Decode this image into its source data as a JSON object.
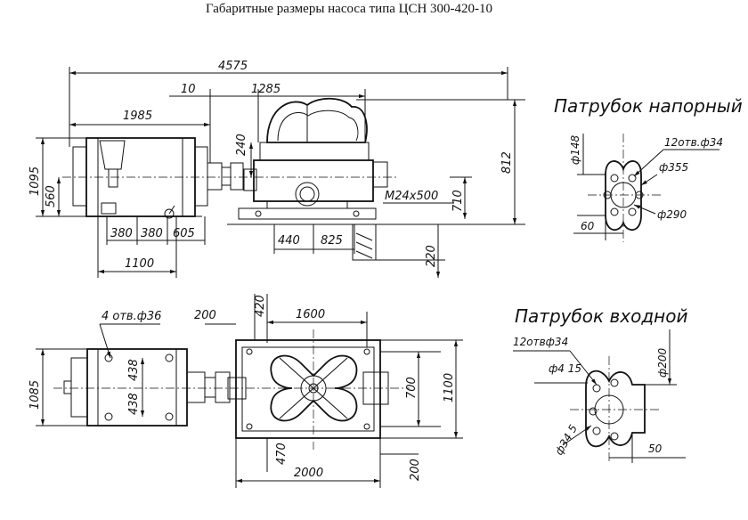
{
  "title": "Габаритные размеры насоса типа ЦСН 300-420-10",
  "views": {
    "side": {
      "dims": {
        "overall": "4575",
        "gap": "10",
        "pump_len": "1285",
        "motor_len": "1985",
        "shaft_h": "240",
        "total_h": "812",
        "motor_h": "1095",
        "axis_h": "560",
        "bolt": "М24х500",
        "base_h": "710",
        "f1": "380",
        "f2": "380",
        "f3": "605",
        "p1": "440",
        "p2": "825",
        "found": "220",
        "motor_base": "1100"
      }
    },
    "plan": {
      "dims": {
        "holes": "4 отв.ф36",
        "offset": "200",
        "h420": "420",
        "frame_len": "1600",
        "w438a": "438",
        "w438b": "438",
        "motor_w": "1085",
        "w700": "700",
        "w1100": "1100",
        "d470": "470",
        "total_len": "2000",
        "d200": "200"
      }
    }
  },
  "flanges": {
    "outlet": {
      "title": "Патрубок напорный",
      "holes": "12отв.ф34",
      "d355": "ф355",
      "d148": "ф148",
      "d290": "ф290",
      "w60": "60"
    },
    "inlet": {
      "title": "Патрубок входной",
      "holes": "12отвф34",
      "d415": "ф4 15",
      "d200": "ф200",
      "d345": "ф34 5",
      "w50": "50"
    }
  }
}
